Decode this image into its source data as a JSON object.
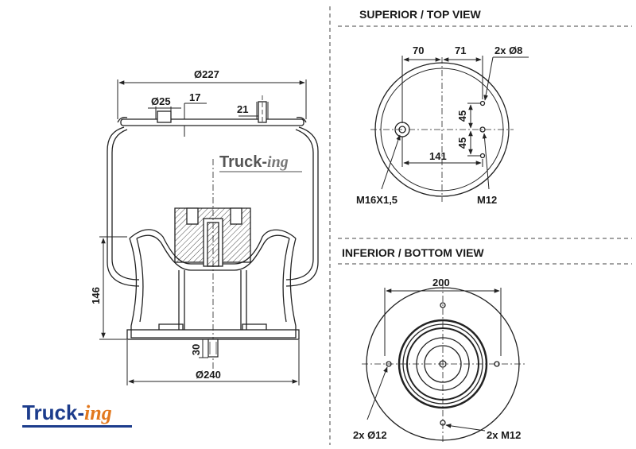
{
  "side_view": {
    "dia_top": "Ø227",
    "dia_pin": "Ø25",
    "dim_17": "17",
    "dim_21": "21",
    "height": "146",
    "stud": "30",
    "dia_base": "Ø240",
    "watermark_a": "Truck-",
    "watermark_b": "ing"
  },
  "top_view": {
    "title": "SUPERIOR / TOP VIEW",
    "dim_70": "70",
    "dim_71": "71",
    "holes": "2x Ø8",
    "dim_45a": "45",
    "dim_45b": "45",
    "dim_141": "141",
    "thread_air": "M16X1,5",
    "thread_bolt": "M12"
  },
  "bottom_view": {
    "title": "INFERIOR / BOTTOM VIEW",
    "dim_200": "200",
    "holes": "2x Ø12",
    "bolts": "2x M12"
  },
  "logo": {
    "part_a": "Truck-",
    "part_b": "ing",
    "color_a": "#1c3c8c",
    "color_b": "#e2781e"
  }
}
